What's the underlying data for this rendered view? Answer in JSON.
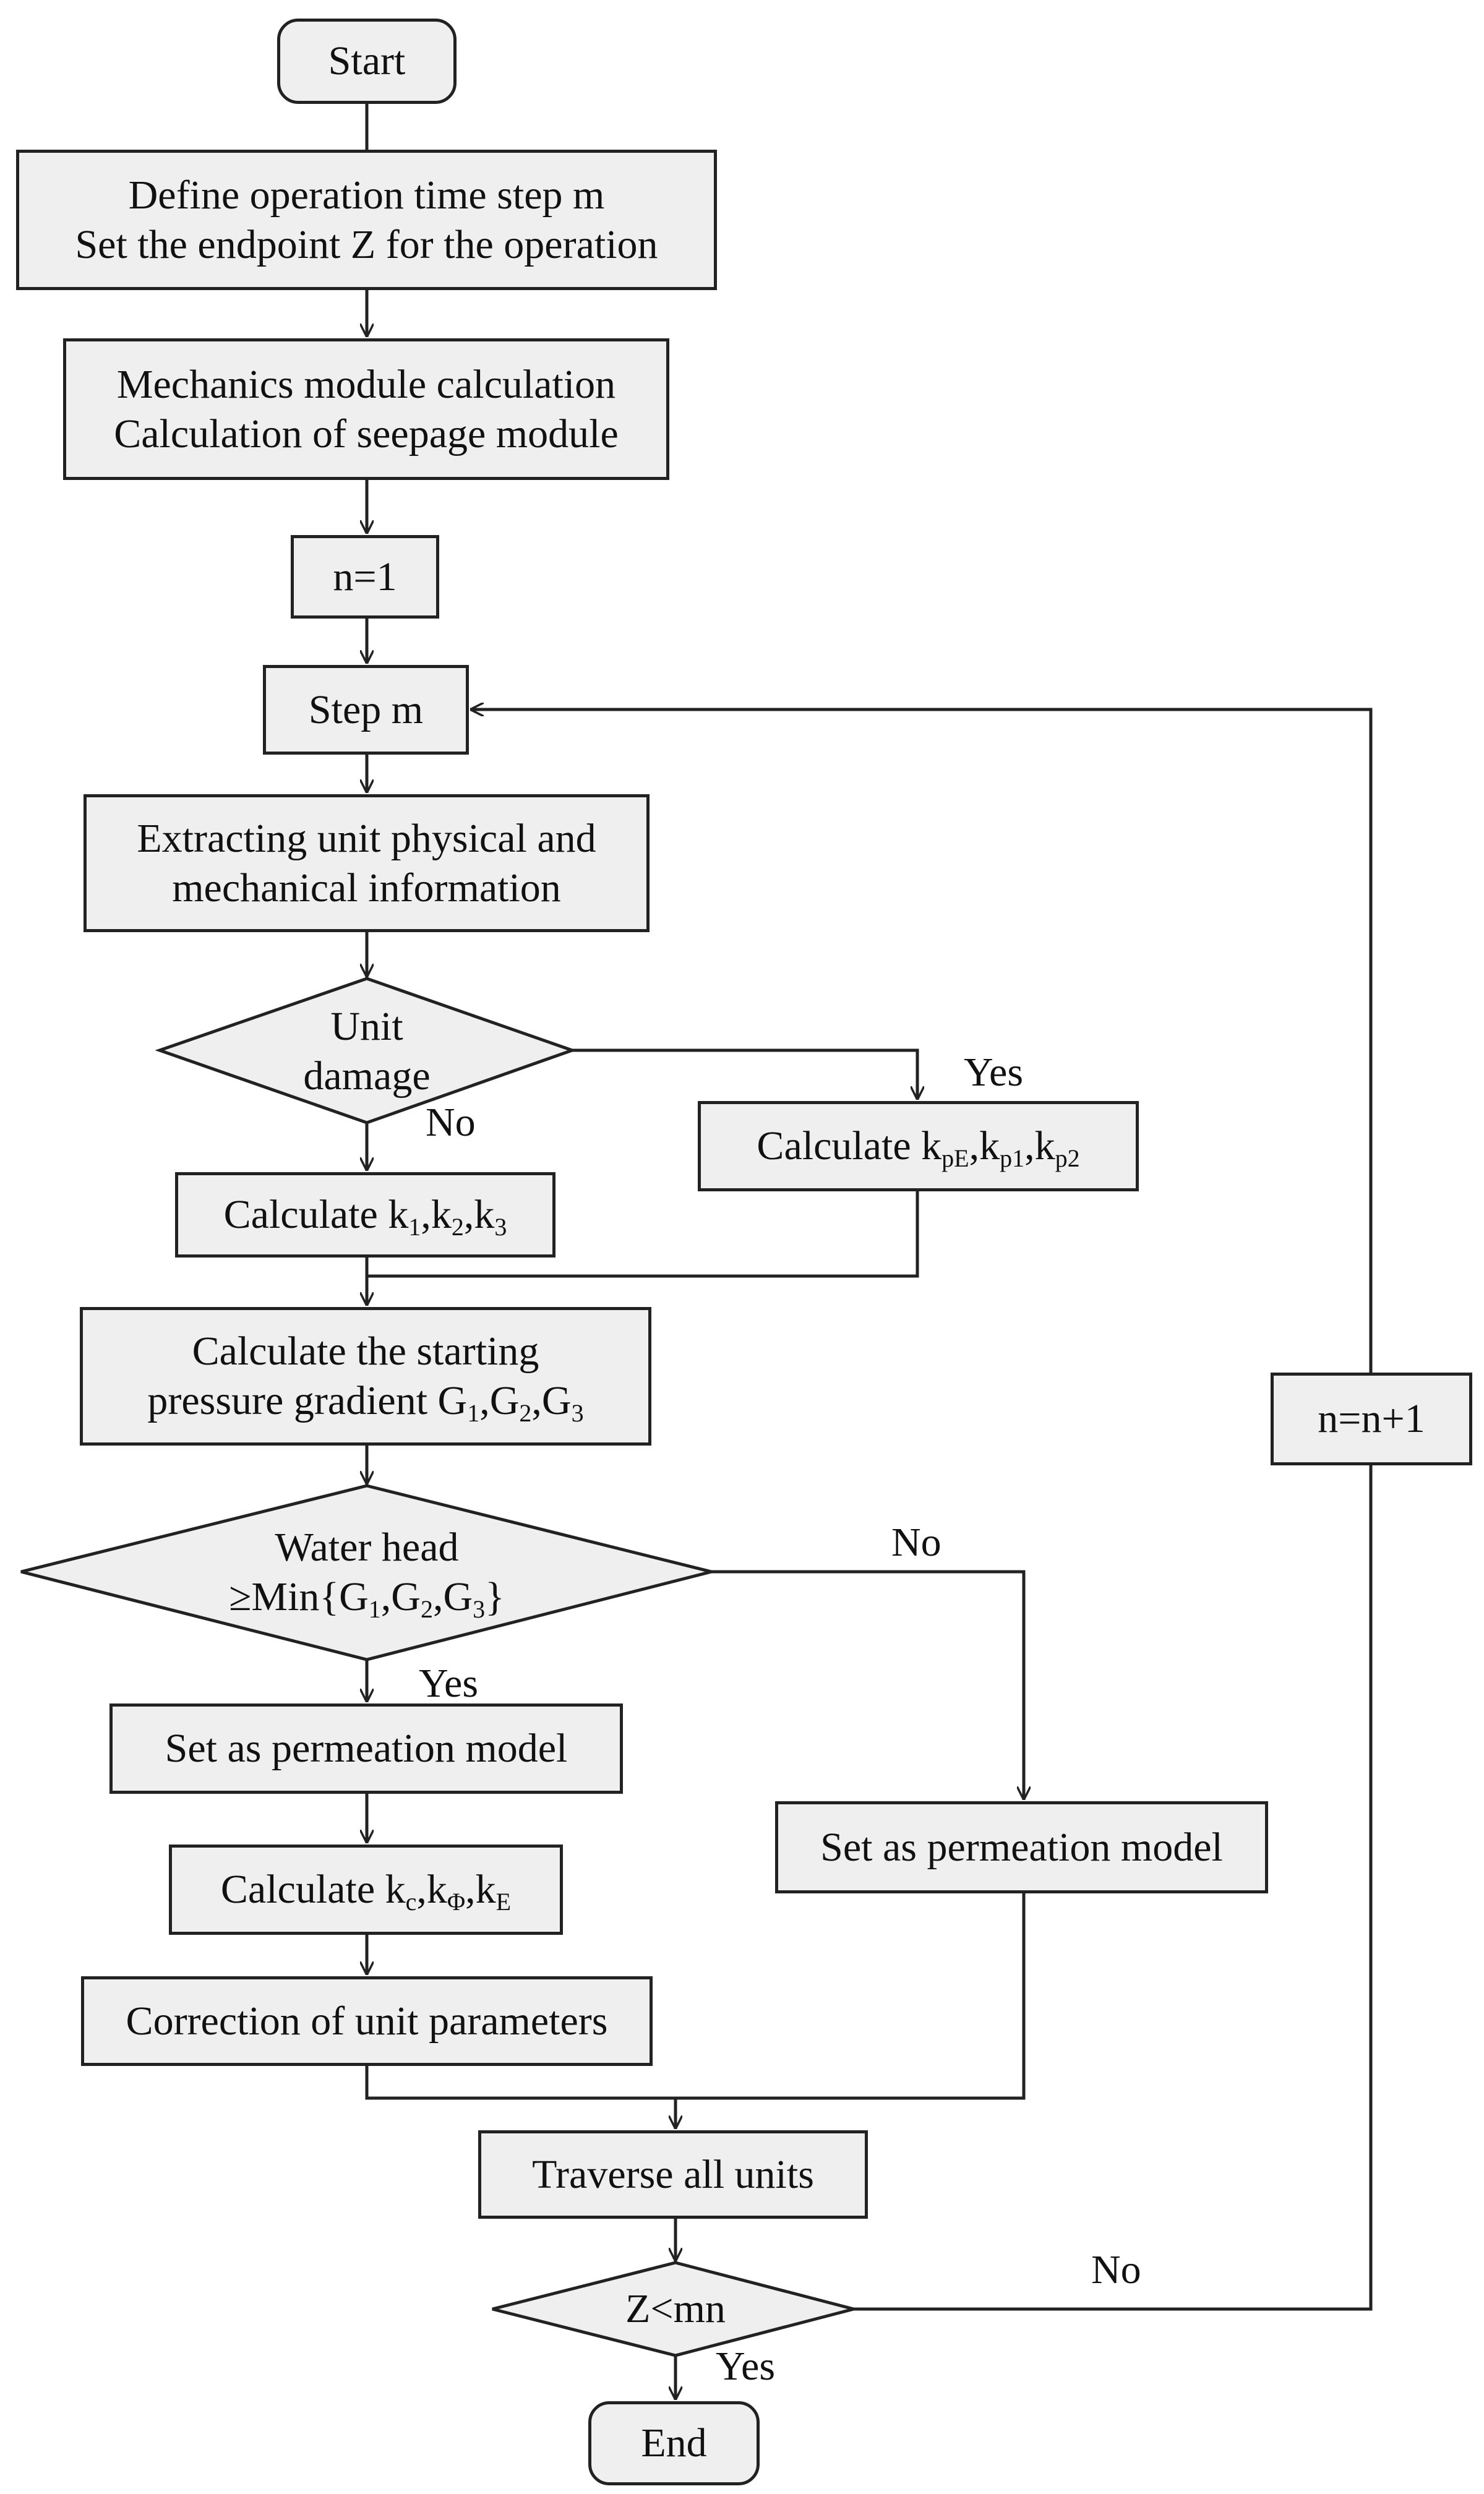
{
  "nodes": {
    "start": "Start",
    "define_line1": "Define operation time step m",
    "define_line2": "Set the endpoint Z for the operation",
    "mech_line1": "Mechanics module calculation",
    "mech_line2": "Calculation of seepage module",
    "n1": "n=1",
    "step_m": "Step m",
    "extract_line1": "Extracting unit physical and",
    "extract_line2": "mechanical information",
    "unit_damage_line1": "Unit",
    "unit_damage_line2": "damage",
    "calc_kp": {
      "prefix": "Calculate k",
      "s1": "pE",
      "t1": ",k",
      "s2": "p1",
      "t2": ",k",
      "s3": "p2"
    },
    "calc_k123": {
      "prefix": "Calculate k",
      "s1": "1",
      "t1": ",k",
      "s2": "2",
      "t2": ",k",
      "s3": "3"
    },
    "gradient_line1": "Calculate the starting",
    "gradient_line2": {
      "prefix": "pressure gradient G",
      "s1": "1",
      "t1": ",G",
      "s2": "2",
      "t2": ",G",
      "s3": "3"
    },
    "water_line1": "Water head",
    "water_line2": {
      "prefix": "≥Min{G",
      "s1": "1",
      "t1": ",G",
      "s2": "2",
      "t2": ",G",
      "s3": "3",
      "suffix": "}"
    },
    "perm_left": "Set as permeation model",
    "perm_right": "Set as permeation model",
    "calc_kc": {
      "prefix": "Calculate k",
      "s1": "c",
      "t1": ",k",
      "s2": "Φ",
      "t2": ",k",
      "s3": "E"
    },
    "correction": "Correction of unit parameters",
    "traverse": "Traverse all units",
    "z_mn": "Z<mn",
    "n_inc": "n=n+1",
    "end": "End"
  },
  "labels": {
    "yes_damage": "Yes",
    "no_damage": "No",
    "no_water": "No",
    "yes_water": "Yes",
    "no_z": "No",
    "yes_z": "Yes"
  },
  "colors": {
    "box_fill": "#efefef",
    "line": "#222222"
  }
}
